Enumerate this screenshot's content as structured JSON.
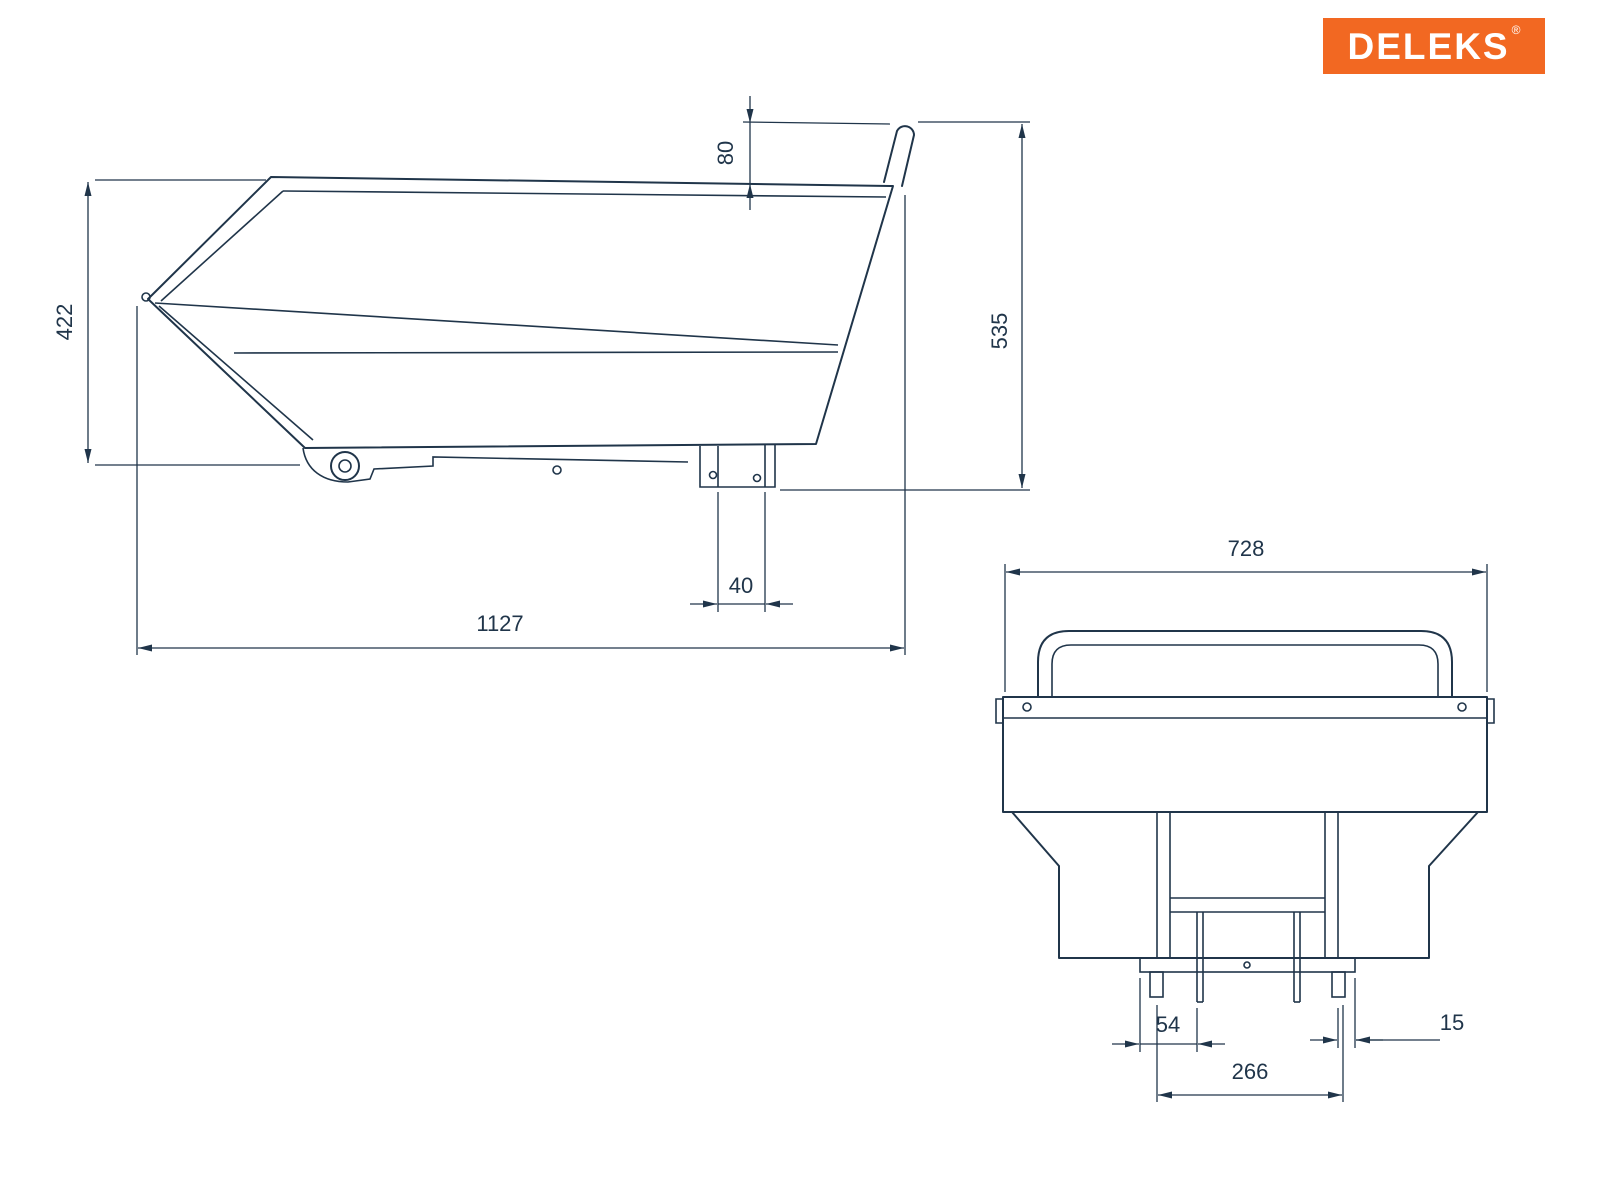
{
  "logo": {
    "brand": "DELEKS",
    "registered": "®",
    "background_color": "#F26822",
    "text_color": "#FFFFFF"
  },
  "drawing": {
    "line_color": "#20354A",
    "side_view": {
      "dims": {
        "lip_height": "80",
        "left_height": "422",
        "total_height": "535",
        "bracket_width": "40",
        "total_length": "1127"
      }
    },
    "front_view": {
      "dims": {
        "total_width": "728",
        "left_offset": "54",
        "right_offset": "15",
        "frame_width": "266"
      }
    }
  }
}
